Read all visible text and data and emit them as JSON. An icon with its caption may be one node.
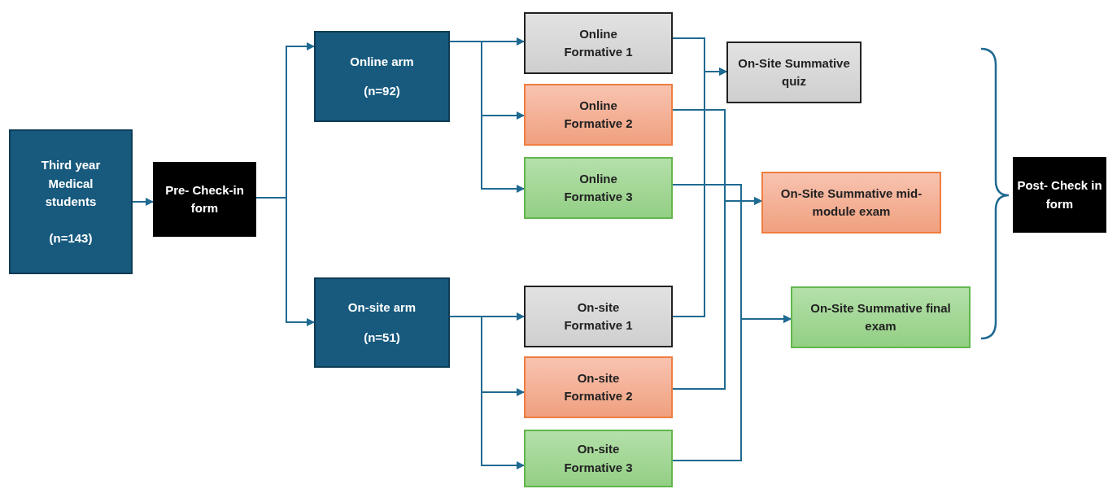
{
  "diagram": {
    "nodes": [
      {
        "text": [
          "Third year Medical students",
          "(n=143)"
        ]
      },
      {
        "text": [
          "Pre- Check-in form"
        ]
      },
      {
        "text": [
          "Online arm",
          "(n=92)"
        ]
      },
      {
        "text": [
          "On-site arm",
          "(n=51)"
        ]
      },
      {
        "text": [
          "Online Formative 1"
        ]
      },
      {
        "text": [
          "Online Formative 2"
        ]
      },
      {
        "text": [
          "Online Formative 3"
        ]
      },
      {
        "text": [
          "On-site Formative 1"
        ]
      },
      {
        "text": [
          "On-site Formative 2"
        ]
      },
      {
        "text": [
          "On-site Formative 3"
        ]
      },
      {
        "text": [
          "On-Site Summative quiz"
        ]
      },
      {
        "text": [
          "On-Site Summative mid-module exam"
        ]
      },
      {
        "text": [
          "On-Site Summative final exam"
        ]
      },
      {
        "text": [
          "Post- Check in form"
        ]
      }
    ],
    "edges": [
      {
        "from": 0,
        "to": 1,
        "arrow": "to"
      },
      {
        "from": 1,
        "to": 2,
        "arrow": "to"
      },
      {
        "from": 1,
        "to": 3,
        "arrow": "to"
      },
      {
        "from": 2,
        "to": 4,
        "arrow": "to"
      },
      {
        "from": 2,
        "to": 5,
        "arrow": "to"
      },
      {
        "from": 2,
        "to": 6,
        "arrow": "to"
      },
      {
        "from": 3,
        "to": 7,
        "arrow": "to"
      },
      {
        "from": 3,
        "to": 8,
        "arrow": "to"
      },
      {
        "from": 3,
        "to": 9,
        "arrow": "to"
      },
      {
        "from": 4,
        "to": 10,
        "arrow": "to"
      },
      {
        "from": 7,
        "to": 10,
        "arrow": "to"
      },
      {
        "from": 5,
        "to": 11,
        "arrow": "to"
      },
      {
        "from": 8,
        "to": 11,
        "arrow": "to"
      },
      {
        "from": 6,
        "to": 12,
        "arrow": "to"
      },
      {
        "from": 9,
        "to": 12,
        "arrow": "to"
      }
    ]
  }
}
